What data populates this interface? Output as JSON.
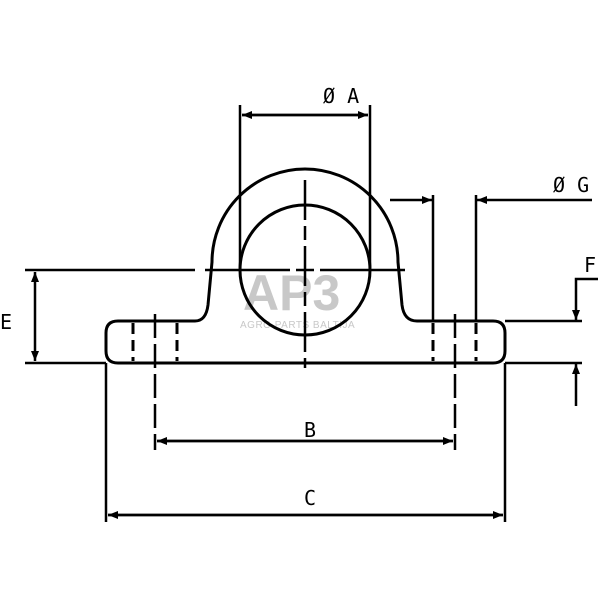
{
  "drawing": {
    "labels": {
      "a": "Ø A",
      "g": "Ø G",
      "e": "E",
      "f": "F",
      "b": "B",
      "c": "C"
    },
    "watermark": {
      "logo": "AP3",
      "text": "AGRO PARTS BALTIJA"
    },
    "line_color": "#000000",
    "watermark_color": "#c8c8c8"
  }
}
